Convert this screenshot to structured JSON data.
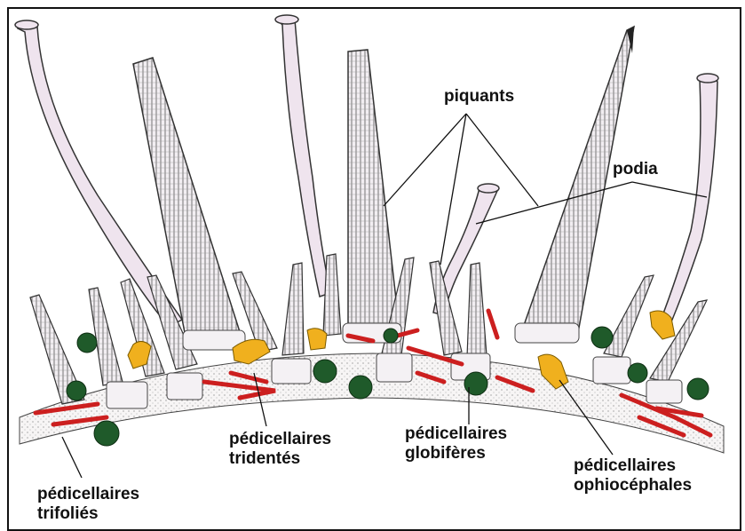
{
  "labels": {
    "piquants": "piquants",
    "podia": "podia",
    "tridentes_1": "pédicellaires",
    "tridentes_2": "tridentés",
    "globiferes_1": "pédicellaires",
    "globiferes_2": "globifères",
    "ophiocephales_1": "pédicellaires",
    "ophiocephales_2": "ophiocéphales",
    "trifolies_1": "pédicellaires",
    "trifolies_2": "trifoliés"
  },
  "colors": {
    "spine_fill": "#f2eef2",
    "spine_stroke": "#3a3a3a",
    "podia_fill": "#efe4ee",
    "globifere_green": "#1f5a2a",
    "ophiocephale_yellow": "#f0b01e",
    "tridente_red": "#cc1f1f"
  }
}
